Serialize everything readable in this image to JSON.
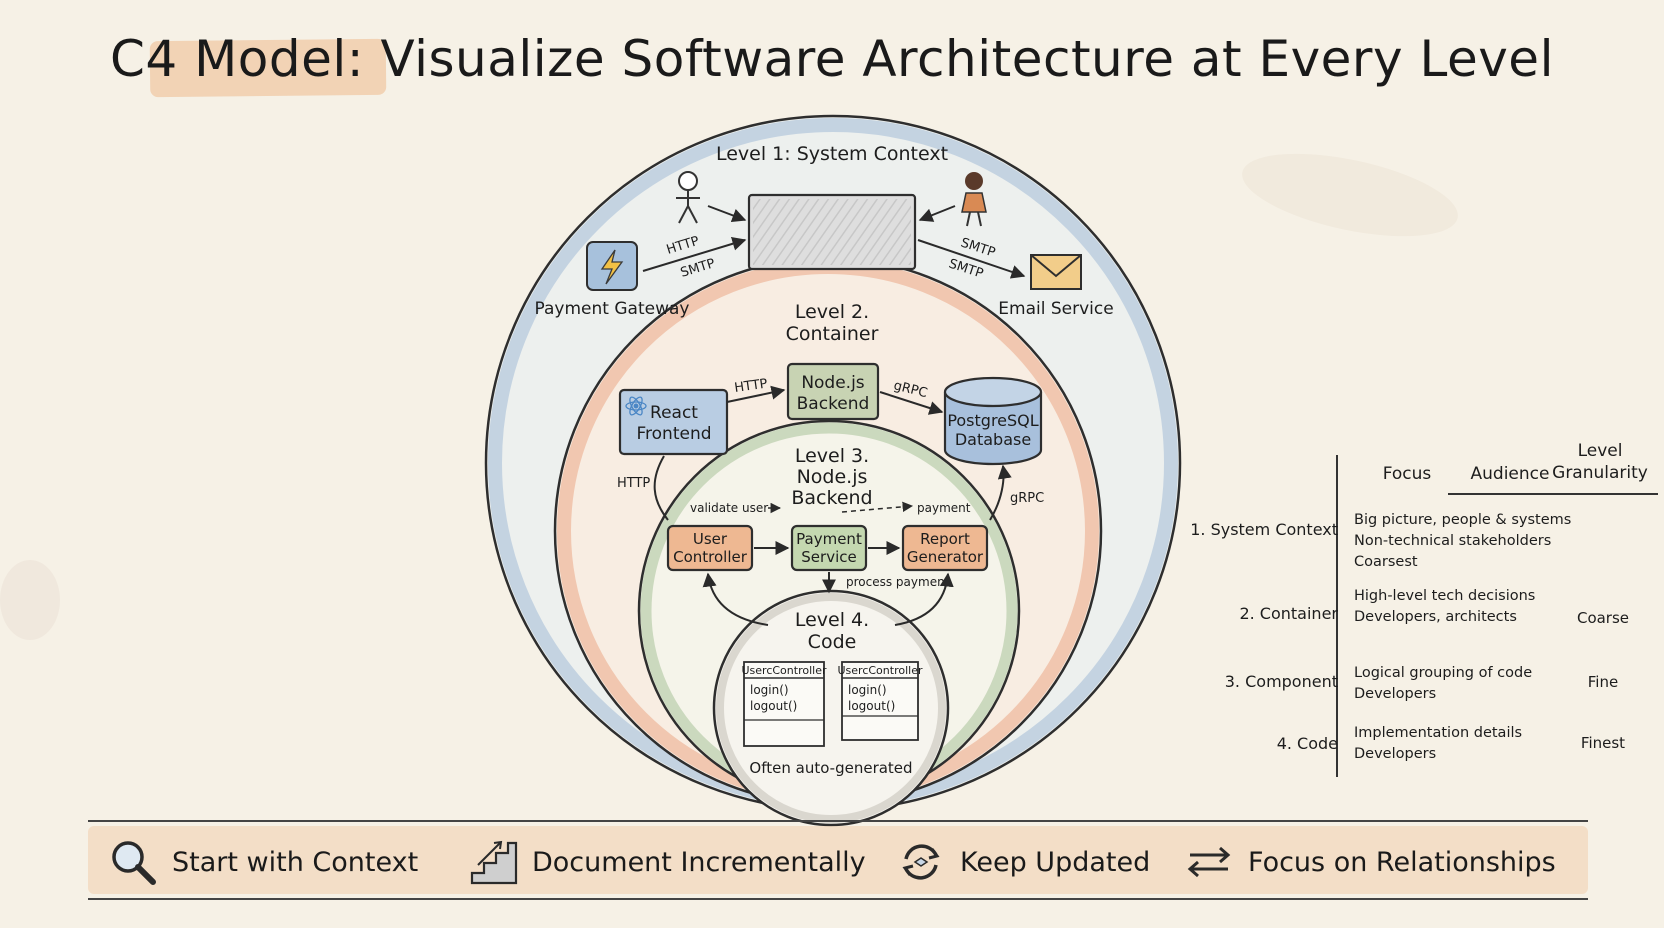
{
  "title": "C4 Model: Visualize Software Architecture at Every Level",
  "level1": {
    "label": "Level 1: System Context",
    "payment_gateway": "Payment Gateway",
    "email_service": "Email Service",
    "protocol_http": "HTTP",
    "protocol_smtp_left": "SMTP",
    "protocol_smtp_right_top": "SMTP",
    "protocol_smtp_right_bottom": "SMTP"
  },
  "level2": {
    "label_line1": "Level 2.",
    "label_line2": "Container",
    "react_line1": "React",
    "react_line2": "Frontend",
    "node_line1": "Node.js",
    "node_line2": "Backend",
    "pg_line1": "PostgreSQL",
    "pg_line2": "Database",
    "edge_http_top": "HTTP",
    "edge_grpc_top": "gRPC",
    "edge_http_left": "HTTP",
    "edge_grpc_right": "gRPC"
  },
  "level3": {
    "label_line1": "Level 3.",
    "label_line2": "Node.js",
    "label_line3": "Backend",
    "validate_user": "validate user",
    "payment": "payment",
    "user_ctrl_line1": "User",
    "user_ctrl_line2": "Controller",
    "pay_svc_line1": "Payment",
    "pay_svc_line2": "Service",
    "report_line1": "Report",
    "report_line2": "Generator",
    "process_payment": "process payment"
  },
  "level4": {
    "label_line1": "Level 4.",
    "label_line2": "Code",
    "class1_name": "UsercController",
    "class2_name": "UsercController",
    "method_login": "login()",
    "method_logout": "logout()",
    "auto_generated": "Often auto-generated"
  },
  "table": {
    "headers": [
      "Focus",
      "Audience",
      "Level Granularity"
    ],
    "rows": [
      {
        "level": "1. System Context",
        "focus": "Big picture, people & systems",
        "audience": "Non-technical stakeholders",
        "granularity": "Coarsest"
      },
      {
        "level": "2. Container",
        "focus": "High-level tech decisions",
        "audience": "Developers, architects",
        "granularity": "Coarse"
      },
      {
        "level": "3. Component",
        "focus": "Logical grouping of code",
        "audience": "Developers",
        "granularity": "Fine"
      },
      {
        "level": "4. Code",
        "focus": "Implementation details",
        "audience": "Developers",
        "granularity": "Finest"
      }
    ]
  },
  "practices": [
    {
      "label": "Start with Context",
      "icon": "magnifier-icon"
    },
    {
      "label": "Document Incrementally",
      "icon": "stairs-icon"
    },
    {
      "label": "Keep Updated",
      "icon": "refresh-icon"
    },
    {
      "label": "Focus on Relationships",
      "icon": "bidirectional-arrows-icon"
    }
  ],
  "colors": {
    "level1_ring": "#9fb5cf",
    "level2_ring": "#e7a781",
    "level3_ring": "#a9c39a",
    "level4_ring": "#c9c6bd",
    "container_box": "#b9cde3",
    "backend_box": "#c8d3b3",
    "component_orange": "#eeb892",
    "component_green": "#c4d8b0",
    "title_highlight": "#eeb98d"
  }
}
